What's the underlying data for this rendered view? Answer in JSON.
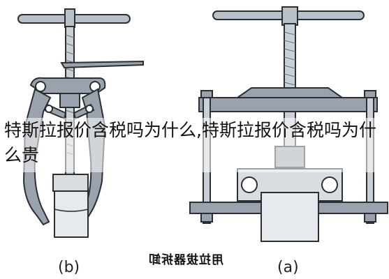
{
  "overlay_text": {
    "line1": "特斯拉报价含税吗为什么,特斯拉报价含税吗为什",
    "line2": "么贵"
  },
  "figure": {
    "title_mirrored": "用拉拔器拆卸",
    "caption_left": "(b)",
    "caption_right": "(a)"
  },
  "colors": {
    "frame": "#9aa3ad",
    "frame_dark": "#2b2f33",
    "shaft": "#b8c0c8",
    "background": "#ffffff"
  }
}
